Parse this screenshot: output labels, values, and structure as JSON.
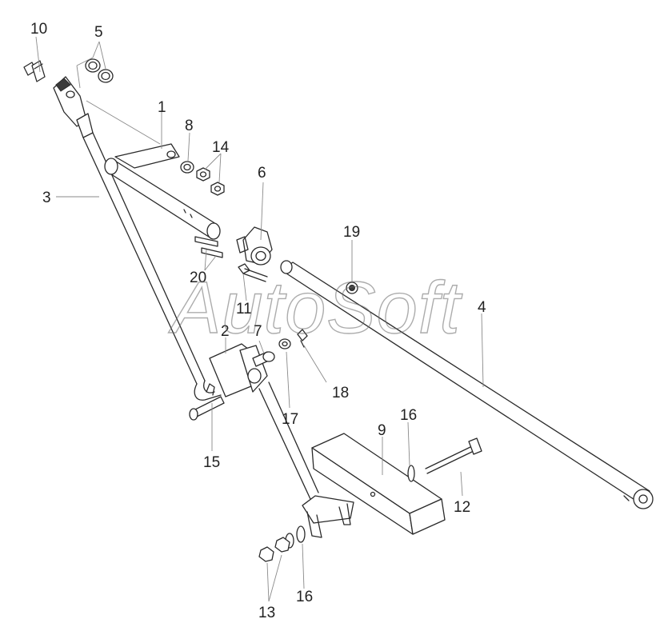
{
  "watermark": {
    "text": "AutoSoft"
  },
  "callouts": {
    "n1": "1",
    "n2": "2",
    "n3": "3",
    "n4": "4",
    "n5": "5",
    "n6": "6",
    "n7": "7",
    "n8": "8",
    "n9": "9",
    "n10": "10",
    "n11": "11",
    "n12": "12",
    "n13": "13",
    "n14": "14",
    "n15": "15",
    "n16a": "16",
    "n16b": "16",
    "n17": "17",
    "n18": "18",
    "n19": "19",
    "n20": "20"
  }
}
